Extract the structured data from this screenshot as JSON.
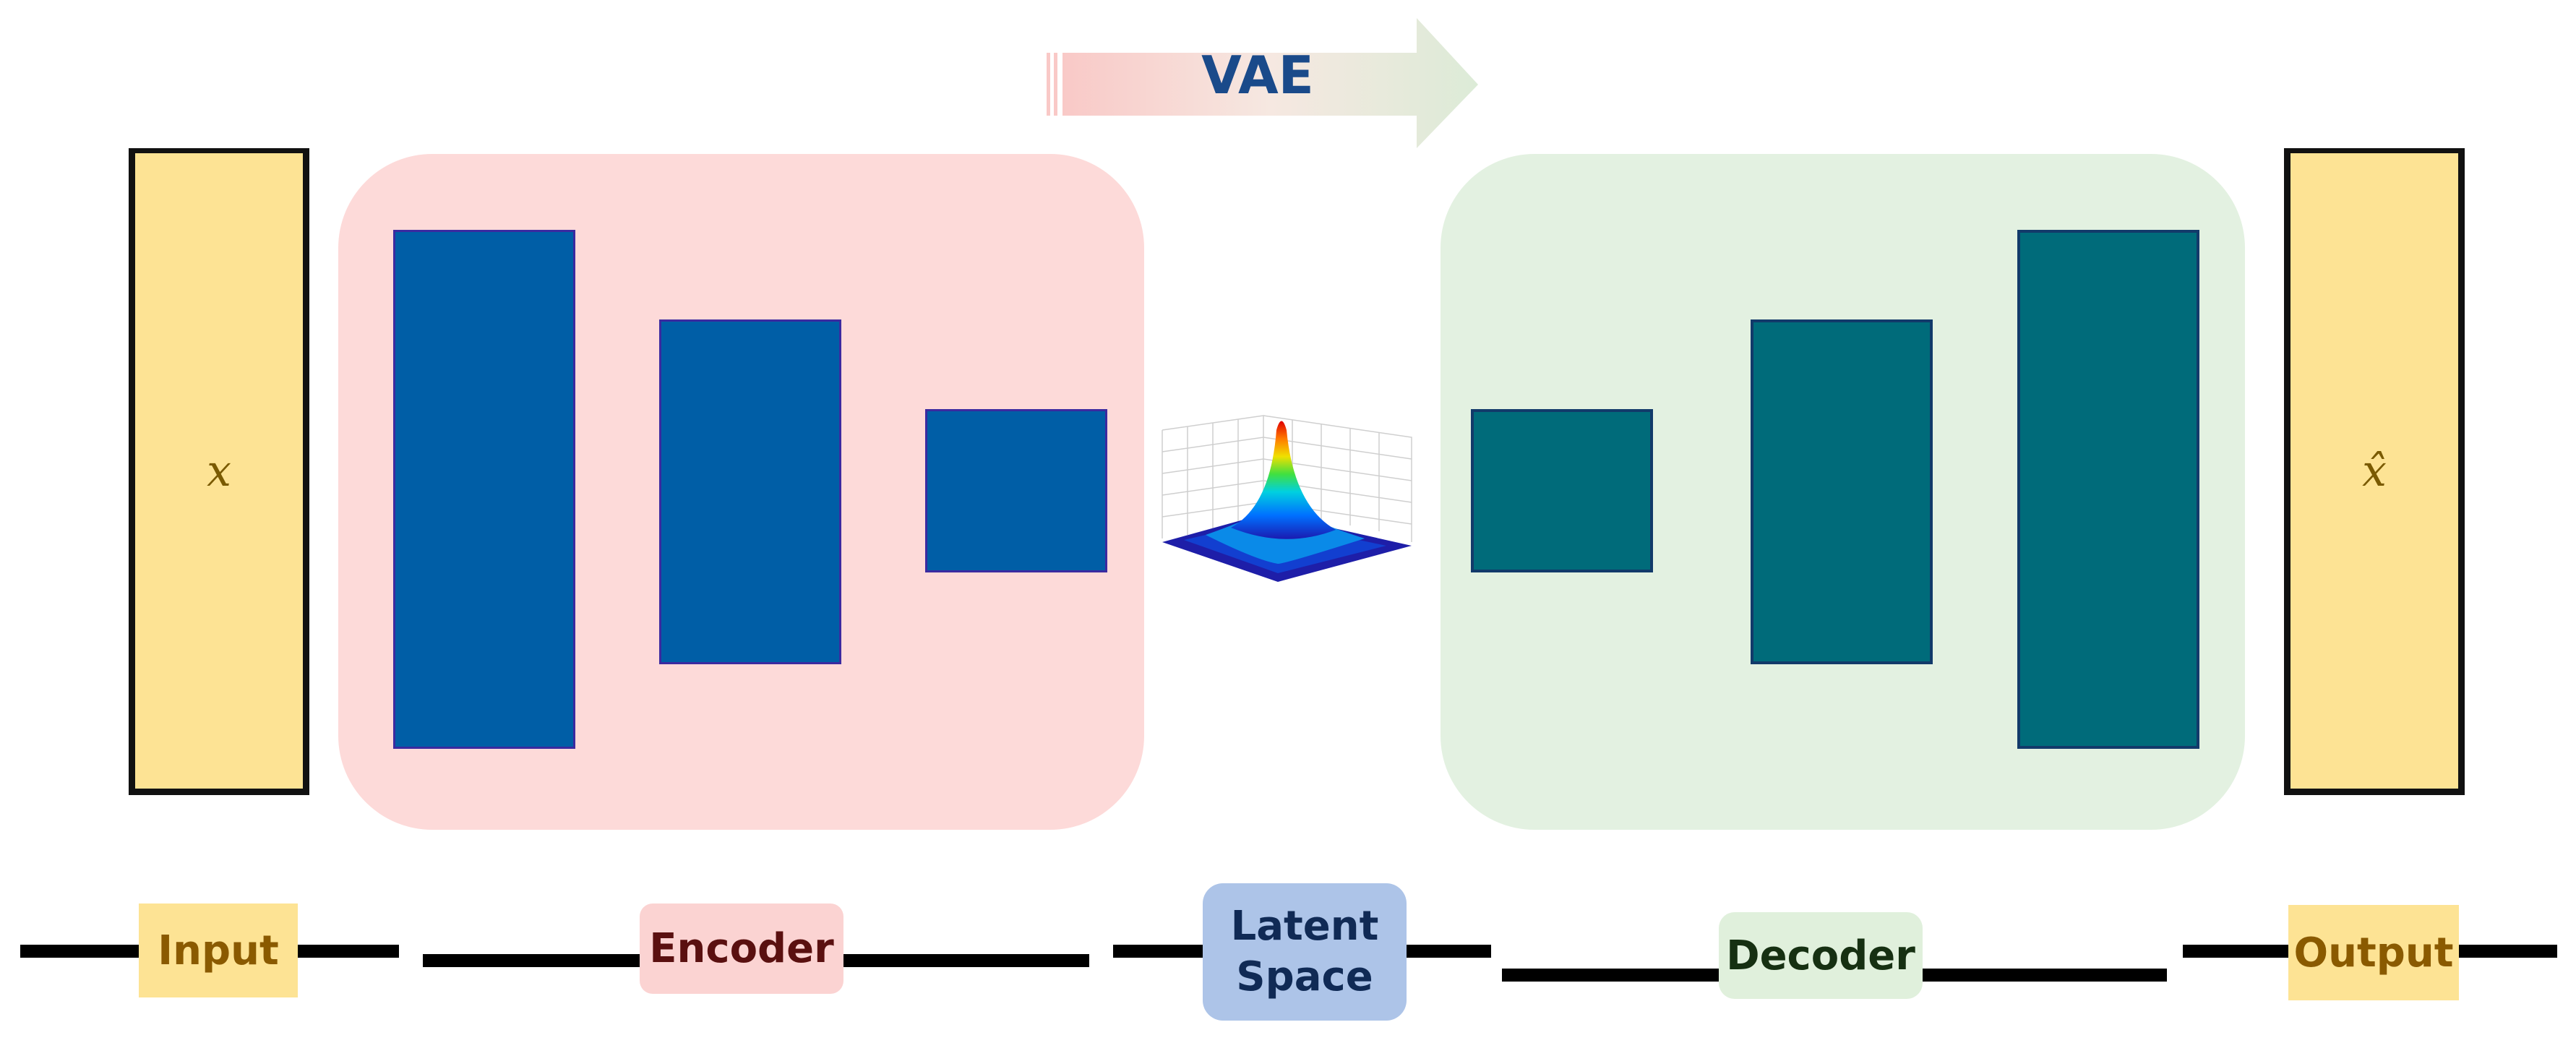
{
  "title": "VAE",
  "input_symbol": "x",
  "output_symbol": "x̂",
  "labels": {
    "input": "Input",
    "encoder": "Encoder",
    "latent_line1": "Latent",
    "latent_line2": "Space",
    "decoder": "Decoder",
    "output": "Output"
  },
  "colors": {
    "input_output": "#fde394",
    "encoder_region": "#fddad9",
    "decoder_region": "#e3f1e1",
    "encoder_layer": "#005ea6",
    "decoder_layer": "#006b7a",
    "latent_label": "#adc4e8",
    "title": "#1a4a8a"
  },
  "icons": {
    "latent": "gaussian-surface-icon",
    "flow": "right-arrow-icon"
  }
}
